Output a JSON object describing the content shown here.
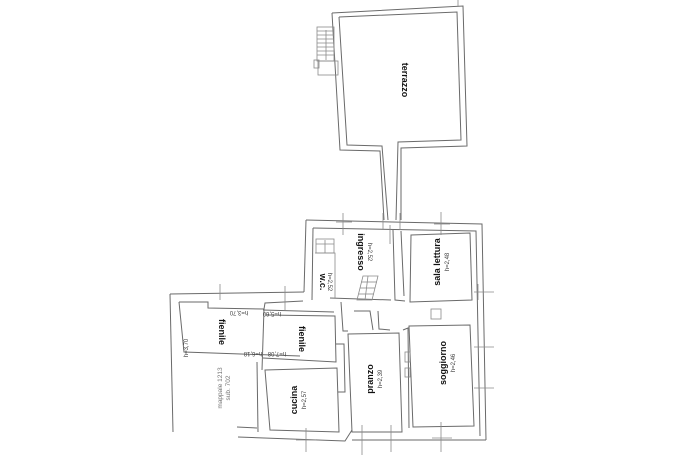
{
  "plan": {
    "rooms": [
      {
        "id": "terrazzo",
        "name": "terrazzo",
        "height": ""
      },
      {
        "id": "ingresso",
        "name": "ingresso",
        "height": "h=2,52"
      },
      {
        "id": "wc",
        "name": "w.c.",
        "height": "h=2,52"
      },
      {
        "id": "sala_lettura",
        "name": "sala lettura",
        "height": "h=2,48"
      },
      {
        "id": "fienile_1",
        "name": "fienile",
        "height": ""
      },
      {
        "id": "fienile_2",
        "name": "fienile",
        "height": ""
      },
      {
        "id": "cucina",
        "name": "cucina",
        "height": "h=2,57"
      },
      {
        "id": "pranzo",
        "name": "pranzo",
        "height": "h=2,39"
      },
      {
        "id": "soggiorno",
        "name": "soggiorno",
        "height": "h=2,46"
      }
    ],
    "heights": {
      "fienile_left_side": "h=3,70",
      "fienile_top_1": "h=3,70",
      "fienile_top_2": "h=5,60",
      "fienile_bottom_1": "h=6,18",
      "fienile_bottom_2": "h=7,08"
    },
    "cadastral": {
      "line1": "mappale 1213",
      "line2": "sub. 702"
    }
  }
}
